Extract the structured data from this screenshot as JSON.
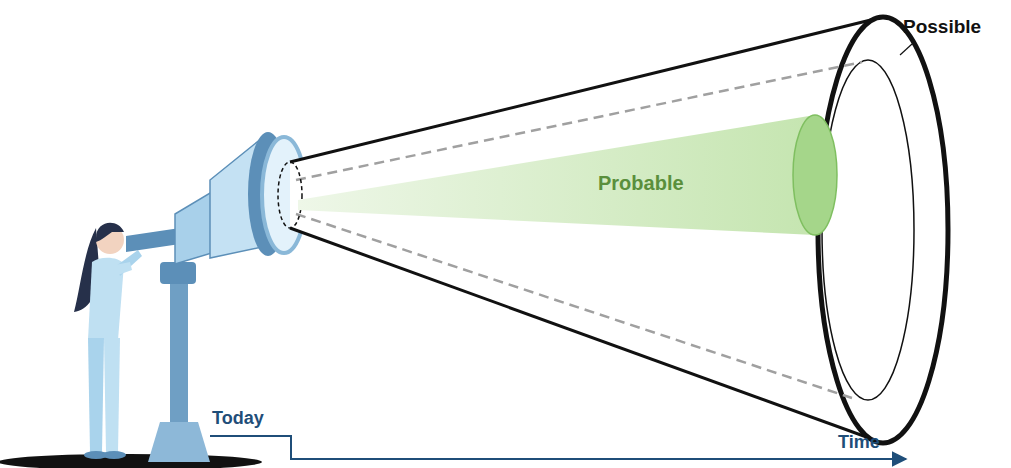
{
  "diagram": {
    "nodes": [
      {
        "text": [
          "Possible"
        ]
      },
      {
        "text": [
          "Probable"
        ],
        "in": 0
      }
    ],
    "labels": [
      "Today",
      "Time"
    ]
  }
}
